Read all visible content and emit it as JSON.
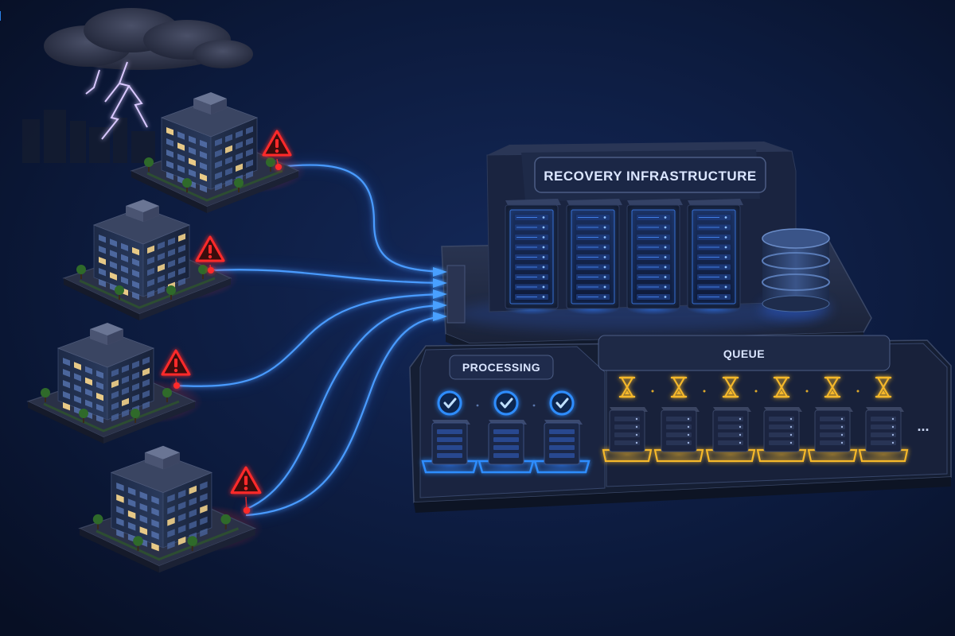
{
  "diagram": {
    "labels": {
      "recovery_infrastructure": "RECOVERY INFRASTRUCTURE",
      "processing": "PROCESSING",
      "queue": "QUEUE",
      "more": "..."
    },
    "colors": {
      "background": "#0a1530",
      "link": "#3d8bff",
      "alert": "#ff2a2a",
      "processing_ok": "#2f8dff",
      "queue_waiting": "#f5b82a"
    },
    "icons": {
      "alert": "warning-triangle-icon",
      "processing": "check-circle-icon",
      "queue": "hourglass-icon",
      "storm": "lightning-cloud-icon",
      "storage": "database-icon"
    },
    "counts": {
      "affected_sites": 4,
      "processing_units": 3,
      "queued_units": 6
    }
  }
}
